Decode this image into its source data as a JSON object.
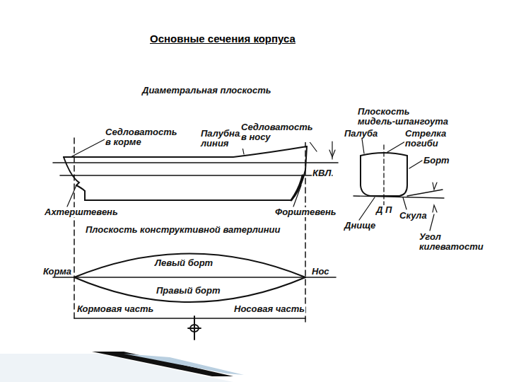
{
  "diagram": {
    "title": "Основные сечения корпуса",
    "labels": [
      "Диаметральная плоскость",
      "Седловатость в корме",
      "Палубная линия",
      "Седловатость в носу",
      "КВЛ",
      "Ахтерштевень",
      "Форштевень",
      "Плоскость конструктивной ватерлинии",
      "Корма",
      "Левый борт",
      "Нос",
      "Правый борт",
      "Кормовая часть",
      "Носовая часть",
      "Плоскость мидель-шпангоута",
      "Палуба",
      "Стрелка погиби",
      "Борт",
      "Д П",
      "Днище",
      "Скула",
      "Угол килеватости"
    ]
  }
}
